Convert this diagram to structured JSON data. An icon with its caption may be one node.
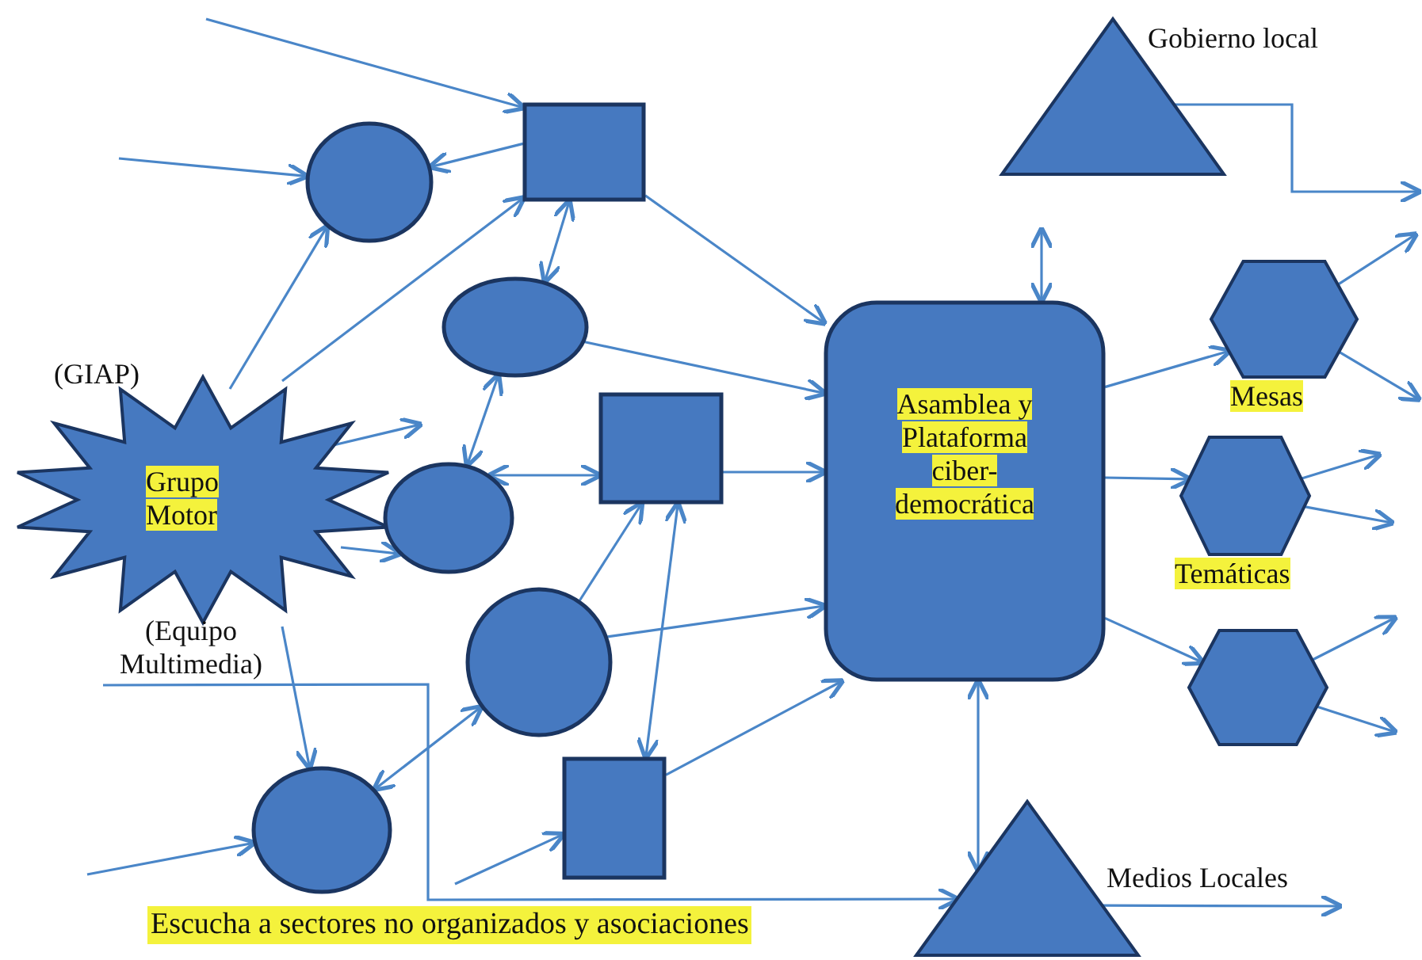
{
  "diagram": {
    "nodes": [
      {
        "text": [],
        "shape": "circle"
      },
      {
        "text": [],
        "shape": "box"
      },
      {
        "text": [],
        "shape": "ellipse"
      },
      {
        "text": [
          "(GIAP)",
          "Grupo Motor",
          "(Equipo Multimedia)"
        ]
      },
      {
        "text": [],
        "shape": "ellipse"
      },
      {
        "text": [],
        "shape": "box"
      },
      {
        "text": [],
        "shape": "circle"
      },
      {
        "text": [],
        "shape": "circle"
      },
      {
        "text": [],
        "shape": "box"
      },
      {
        "text": [
          "Asamblea y Plataforma ciber-democrática"
        ]
      },
      {
        "text": [
          "Gobierno local"
        ]
      },
      {
        "text": [
          "Mesas"
        ]
      },
      {
        "text": [
          "Temáticas"
        ]
      },
      {
        "text": [],
        "shape": "hexagon"
      },
      {
        "text": [
          "Medios Locales"
        ]
      }
    ],
    "edges": [
      {
        "from": null,
        "to": 1,
        "arrow": "to"
      },
      {
        "from": null,
        "to": 0,
        "arrow": "to"
      },
      {
        "from": 1,
        "to": 0,
        "arrow": "to"
      },
      {
        "from": 3,
        "to": 0,
        "arrow": "to"
      },
      {
        "from": 3,
        "to": 1,
        "arrow": "to"
      },
      {
        "from": 1,
        "to": 2,
        "arrow": "both"
      },
      {
        "from": 1,
        "to": 9,
        "arrow": "to"
      },
      {
        "from": 2,
        "to": 9,
        "arrow": "to"
      },
      {
        "from": 3,
        "to": null,
        "arrow": "to"
      },
      {
        "from": 2,
        "to": 4,
        "arrow": "both"
      },
      {
        "from": 4,
        "to": 5,
        "arrow": "both"
      },
      {
        "from": 3,
        "to": 4,
        "arrow": "to"
      },
      {
        "from": 5,
        "to": 9,
        "arrow": "to"
      },
      {
        "from": 6,
        "to": 5,
        "arrow": "to"
      },
      {
        "from": 5,
        "to": 8,
        "arrow": "both"
      },
      {
        "from": 6,
        "to": 9,
        "arrow": "to"
      },
      {
        "from": 6,
        "to": 7,
        "arrow": "both"
      },
      {
        "from": 3,
        "to": 7,
        "arrow": "to"
      },
      {
        "from": null,
        "to": 7,
        "arrow": "to"
      },
      {
        "from": null,
        "to": 8,
        "arrow": "to"
      },
      {
        "from": 8,
        "to": 9,
        "arrow": "to"
      },
      {
        "from": null,
        "to": 9,
        "arrow": "both"
      },
      {
        "from": 9,
        "to": 14,
        "arrow": "both"
      },
      {
        "from": 9,
        "to": 11,
        "arrow": "to"
      },
      {
        "from": 9,
        "to": 12,
        "arrow": "to"
      },
      {
        "from": 9,
        "to": 13,
        "arrow": "to"
      },
      {
        "from": 11,
        "to": null,
        "arrow": "to"
      },
      {
        "from": 11,
        "to": null,
        "arrow": "to"
      },
      {
        "from": 12,
        "to": null,
        "arrow": "to"
      },
      {
        "from": 12,
        "to": null,
        "arrow": "to"
      },
      {
        "from": 13,
        "to": null,
        "arrow": "to"
      },
      {
        "from": 13,
        "to": null,
        "arrow": "to"
      },
      {
        "from": 10,
        "to": null,
        "arrow": "to"
      },
      {
        "from": 3,
        "to": 14,
        "arrow": "to",
        "label": "Escucha a sectores no organizados y asociaciones"
      },
      {
        "from": 14,
        "to": null,
        "arrow": "to"
      }
    ]
  }
}
